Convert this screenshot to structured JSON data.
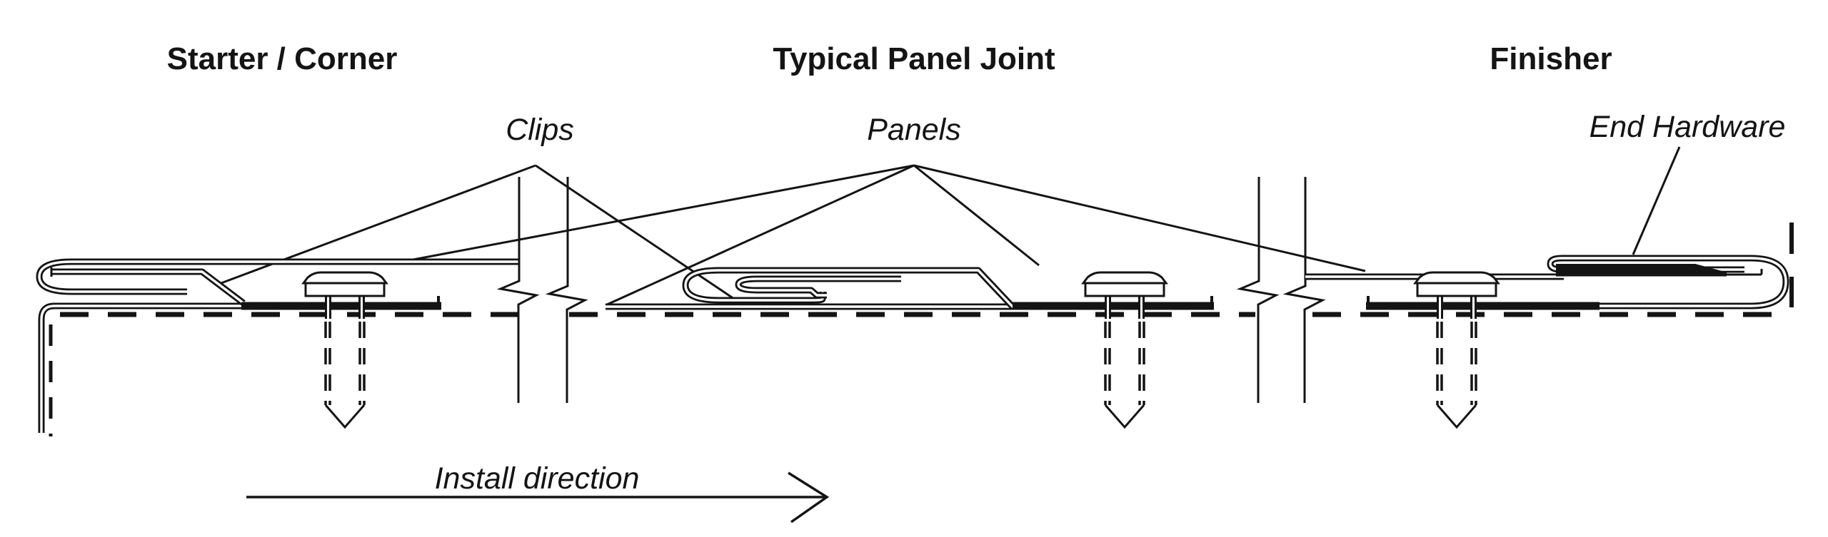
{
  "page": {
    "background": "#ffffff",
    "ink": "#141414"
  },
  "sections": [
    {
      "label": "Starter / Corner"
    },
    {
      "label": "Typical Panel Joint"
    },
    {
      "label": "Finisher"
    }
  ],
  "callouts": {
    "clips": "Clips",
    "panels": "Panels",
    "end_hardware": "End Hardware"
  },
  "annotations": {
    "install_direction": "Install direction"
  }
}
